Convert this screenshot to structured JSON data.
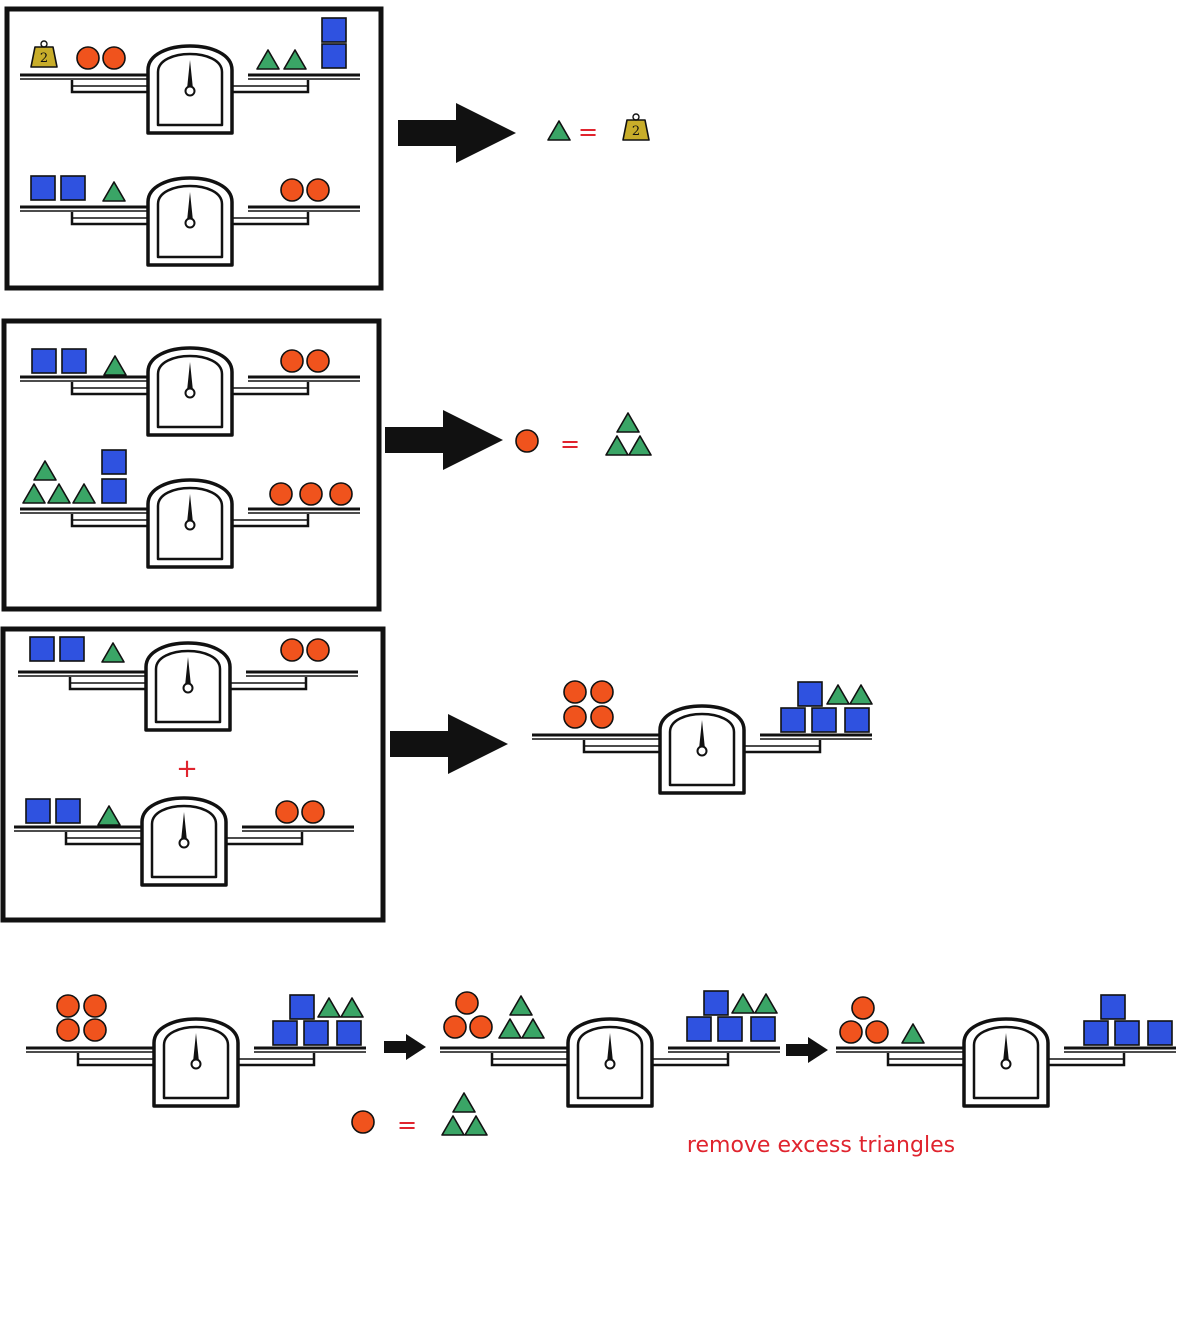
{
  "colors": {
    "circle": "#f0531d",
    "circle_stroke": "#1a1a1a",
    "triangle": "#3aa566",
    "square": "#2f52e0",
    "weight": "#c8ad2a",
    "label_red": "#e0242e",
    "ink": "#111111"
  },
  "icons": [
    "scale-icon",
    "circle-token-icon",
    "triangle-token-icon",
    "square-token-icon",
    "weight-icon",
    "arrow-right-icon"
  ],
  "panel1": {
    "scale_top": {
      "left": [
        "weight",
        "circle",
        "circle"
      ],
      "right": [
        "triangle",
        "triangle",
        "square",
        "square"
      ]
    },
    "scale_bottom": {
      "left": [
        "square",
        "square",
        "triangle"
      ],
      "right": [
        "circle",
        "circle"
      ]
    },
    "result": {
      "lhs": "triangle",
      "equals": "=",
      "rhs": "weight"
    }
  },
  "panel2": {
    "scale_top": {
      "left": [
        "square",
        "square",
        "triangle"
      ],
      "right": [
        "circle",
        "circle"
      ]
    },
    "scale_bottom": {
      "left": [
        "triangle",
        "triangle",
        "triangle",
        "triangle",
        "square",
        "square"
      ],
      "right": [
        "circle",
        "circle",
        "circle"
      ]
    },
    "result": {
      "lhs": "circle",
      "equals": "=",
      "rhs": "three triangles"
    }
  },
  "panel3": {
    "scale_top": {
      "left": [
        "square",
        "square",
        "triangle"
      ],
      "right": [
        "circle",
        "circle"
      ]
    },
    "plus": "+",
    "scale_bottom": {
      "left": [
        "square",
        "square",
        "triangle"
      ],
      "right": [
        "circle",
        "circle"
      ]
    },
    "result": {
      "left": [
        "circle",
        "circle",
        "circle",
        "circle"
      ],
      "right": [
        "square",
        "square",
        "square",
        "square",
        "triangle",
        "triangle"
      ]
    }
  },
  "steps": {
    "step1": {
      "left": [
        "circle",
        "circle",
        "circle",
        "circle"
      ],
      "right": [
        "square",
        "square",
        "square",
        "square",
        "triangle",
        "triangle"
      ]
    },
    "hint": {
      "lhs": "circle",
      "equals": "=",
      "rhs": "three triangles"
    },
    "step2": {
      "left": [
        "circle",
        "circle",
        "circle",
        "triangle",
        "triangle",
        "triangle"
      ],
      "right": [
        "square",
        "square",
        "square",
        "square",
        "triangle",
        "triangle"
      ]
    },
    "step3": {
      "left": [
        "circle",
        "circle",
        "circle",
        "triangle"
      ],
      "right": [
        "square",
        "square",
        "square",
        "square"
      ]
    },
    "caption": "remove excess triangles"
  },
  "weight_label": "2"
}
